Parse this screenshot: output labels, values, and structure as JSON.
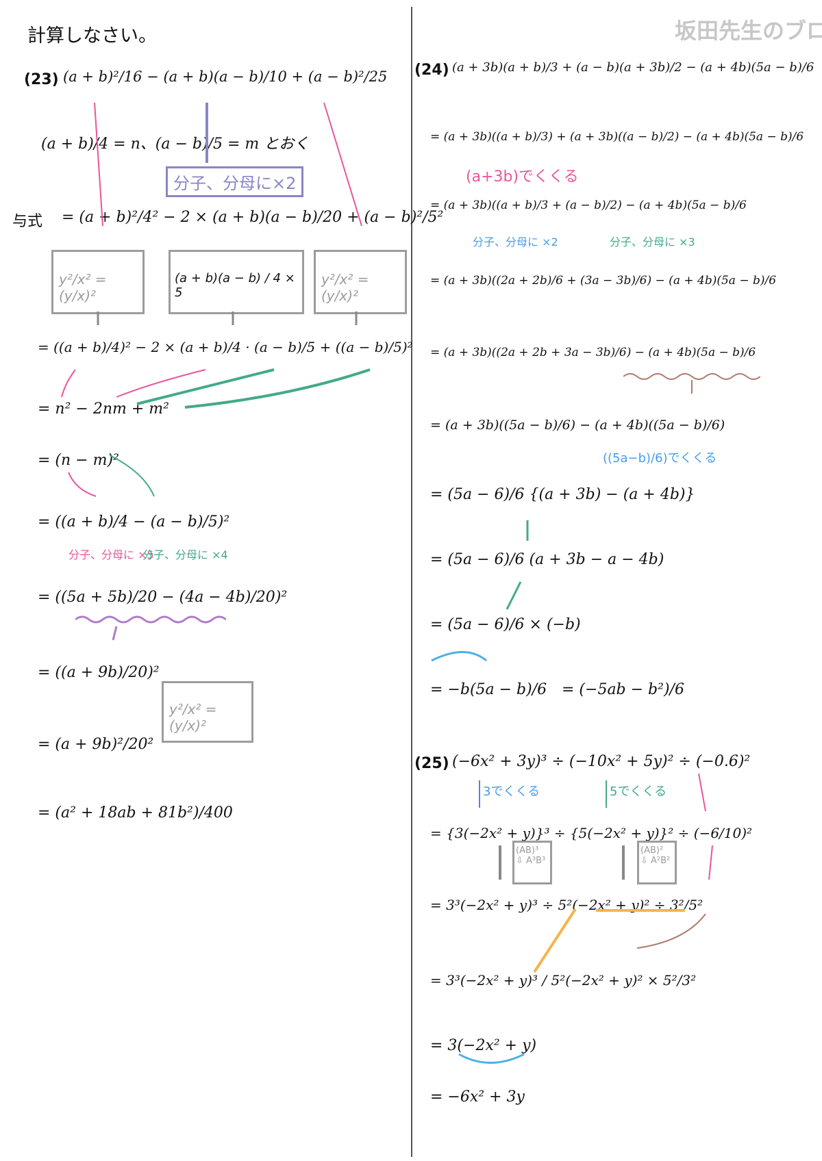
{
  "page": {
    "instruction": "計算しなさい。",
    "brand": "坂田先生のブログ"
  },
  "p23": {
    "label": "(23)",
    "expr": "(a + b)²/16 − (a + b)(a − b)/10 + (a − b)²/25",
    "substitution": "(a + b)/4 = n、(a − b)/5 = m とおく",
    "note_multiply": "分子、分母に×2",
    "prefix": "与式",
    "step1": "= (a + b)²/4² − 2 × (a + b)(a − b)/20 + (a − b)²/5²",
    "rule_box": "y²/x² = (y/x)²",
    "split_box": "(a + b)(a − b) / 4 × 5",
    "step2": "= ((a + b)/4)² − 2 × (a + b)/4 · (a − b)/5 + ((a − b)/5)²",
    "step3": "= n² − 2nm + m²",
    "step4": "= (n − m)²",
    "step5": "= ((a + b)/4 − (a − b)/5)²",
    "note_x5": "分子、分母に ×5",
    "note_x4": "分子、分母に ×4",
    "step6": "= ((5a + 5b)/20 − (4a − 4b)/20)²",
    "step7": "= ((a + 9b)/20)²",
    "step8": "= (a + 9b)²/20²",
    "answer": "= (a² + 18ab + 81b²)/400"
  },
  "p24": {
    "label": "(24)",
    "expr": "(a + 3b)(a + b)/3 + (a − b)(a + 3b)/2 − (a + 4b)(5a − b)/6",
    "step1": "= (a + 3b)((a + b)/3) + (a + 3b)((a − b)/2) − (a + 4b)(5a − b)/6",
    "note_factor": "(a+3b)でくくる",
    "step2": "= (a + 3b)((a + b)/3 + (a − b)/2) − (a + 4b)(5a − b)/6",
    "note_x2": "分子、分母に ×2",
    "note_x3": "分子、分母に ×3",
    "step3": "= (a + 3b)((2a + 2b)/6 + (3a − 3b)/6) − (a + 4b)(5a − b)/6",
    "step4": "= (a + 3b)((2a + 2b + 3a − 3b)/6) − (a + 4b)(5a − b)/6",
    "step5": "= (a + 3b)((5a − b)/6) − (a + 4b)((5a − b)/6)",
    "note_factor2": "((5a−b)/6)でくくる",
    "step6": "= (5a − 6)/6 {(a + 3b) − (a + 4b)}",
    "step7": "= (5a − 6)/6 (a + 3b − a − 4b)",
    "step8": "= (5a − 6)/6 × (−b)",
    "step9a": "= −b(5a − b)/6",
    "step9b": "= (−5ab − b²)/6"
  },
  "p25": {
    "label": "(25)",
    "expr": "(−6x² + 3y)³ ÷ (−10x² + 5y)² ÷ (−0.6)²",
    "note_3": "3でくくる",
    "note_5": "5でくくる",
    "step1": "= {3(−2x² + y)}³ ÷ {5(−2x² + y)}² ÷ (−6/10)²",
    "rule1": "(AB)³ ⇩ A³B³",
    "rule2": "(AB)² ⇩ A²B²",
    "step2": "= 3³(−2x² + y)³ ÷ 5²(−2x² + y)² ÷ 3²/5²",
    "step3": "= 3³(−2x² + y)³ / 5²(−2x² + y)² × 5²/3²",
    "step4": "= 3(−2x² + y)",
    "answer": "= −6x² + 3y"
  },
  "colors": {
    "pink": "#e9559d",
    "green": "#43a98a",
    "blue": "#4a86e8",
    "purple": "#8a86c6",
    "gray": "#9c9c9c",
    "orange": "#f5b54a",
    "brown": "#b07a6a"
  }
}
